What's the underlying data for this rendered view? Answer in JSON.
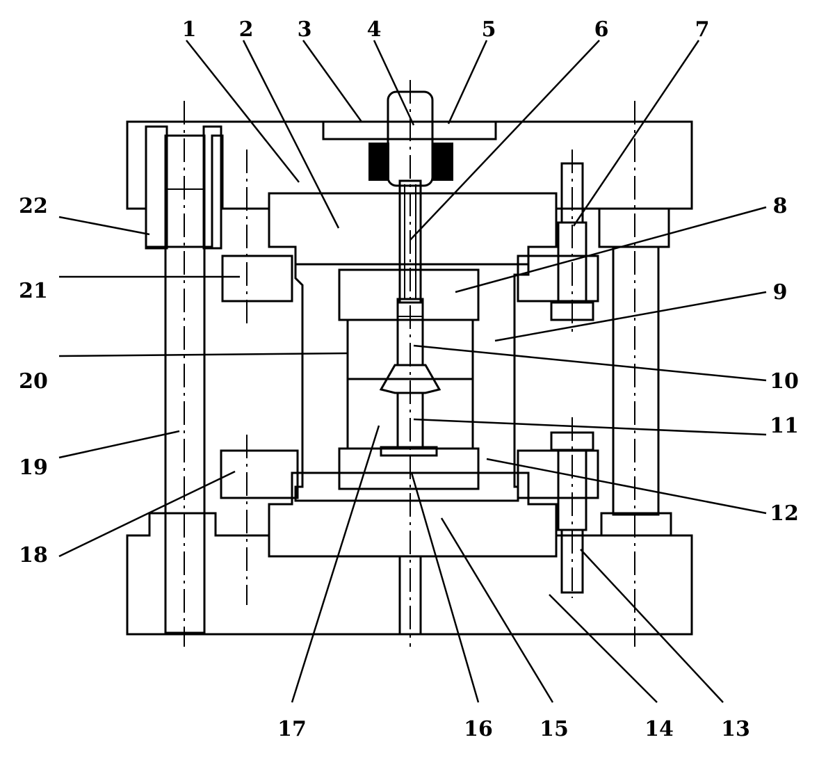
{
  "diagram": {
    "labels": [
      {
        "id": "1",
        "text": "1"
      },
      {
        "id": "2",
        "text": "2"
      },
      {
        "id": "3",
        "text": "3"
      },
      {
        "id": "4",
        "text": "4"
      },
      {
        "id": "5",
        "text": "5"
      },
      {
        "id": "6",
        "text": "6"
      },
      {
        "id": "7",
        "text": "7"
      },
      {
        "id": "8",
        "text": "8"
      },
      {
        "id": "9",
        "text": "9"
      },
      {
        "id": "10",
        "text": "10"
      },
      {
        "id": "11",
        "text": "11"
      },
      {
        "id": "12",
        "text": "12"
      },
      {
        "id": "13",
        "text": "13"
      },
      {
        "id": "14",
        "text": "14"
      },
      {
        "id": "15",
        "text": "15"
      },
      {
        "id": "16",
        "text": "16"
      },
      {
        "id": "17",
        "text": "17"
      },
      {
        "id": "18",
        "text": "18"
      },
      {
        "id": "19",
        "text": "19"
      },
      {
        "id": "20",
        "text": "20"
      },
      {
        "id": "21",
        "text": "21"
      },
      {
        "id": "22",
        "text": "22"
      }
    ],
    "colors": {
      "ink": "#000000",
      "paper": "#ffffff"
    }
  }
}
